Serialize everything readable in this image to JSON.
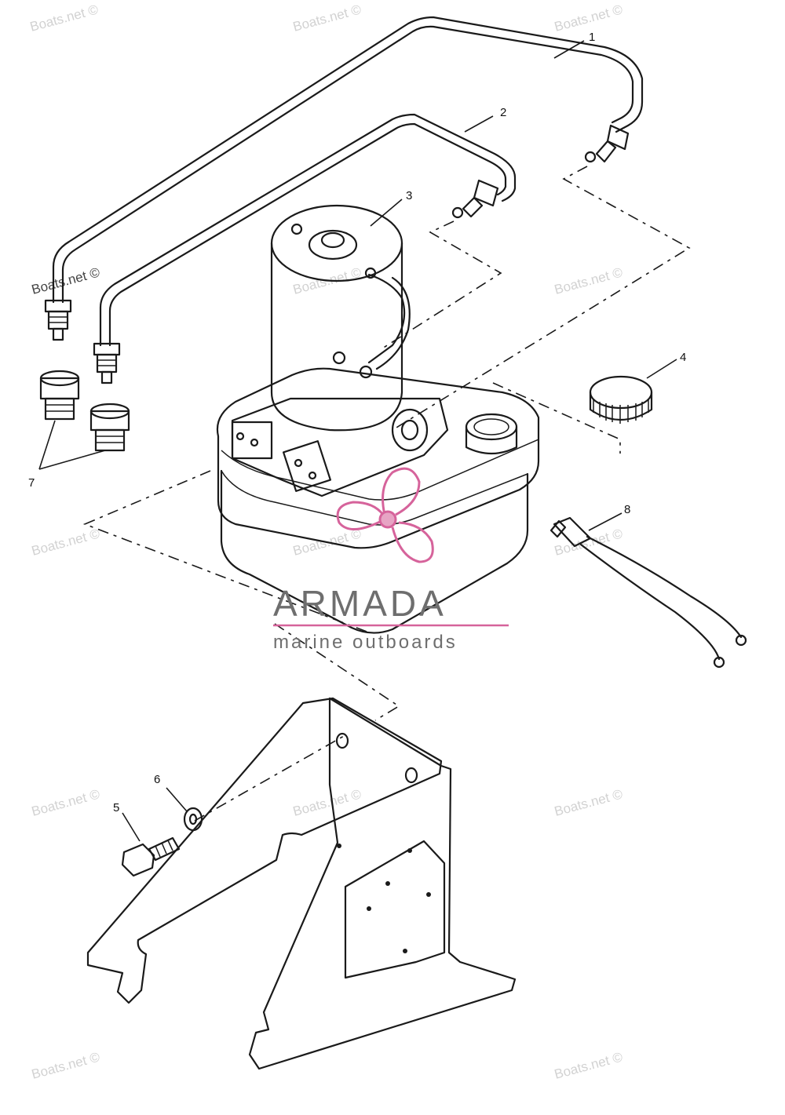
{
  "watermarks": [
    "Boats.net ©"
  ],
  "logo": {
    "name": "ARMADA",
    "tagline": "marine outboards",
    "accent_color": "#d6639b",
    "text_color": "#6e6e6e"
  },
  "callouts": [
    "1",
    "2",
    "3",
    "4",
    "5",
    "6",
    "7",
    "8"
  ]
}
